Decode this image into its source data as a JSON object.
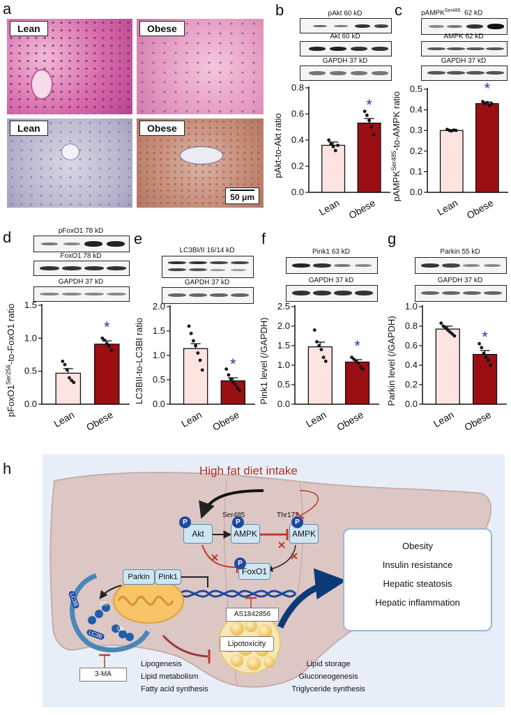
{
  "panel_letters": {
    "a": "a",
    "b": "b",
    "c": "c",
    "d": "d",
    "e": "e",
    "f": "f",
    "g": "g",
    "h": "h"
  },
  "micrographs": {
    "he_lean": "Lean",
    "he_obese": "Obese",
    "oro_lean": "Lean",
    "oro_obese": "Obese",
    "scale_bar": "50 μm"
  },
  "blots": {
    "b": [
      "pAkt  60 kD",
      "Akt  60 kD",
      "GAPDH  37 kD"
    ],
    "c": [
      "pAMPK",
      "Ser485",
      "62 kD",
      "AMPK  62 kD",
      "GAPDH  37 kD"
    ],
    "d": [
      "pFoxO1  78 kD",
      "FoxO1  78 kD",
      "GAPDH  37 kD"
    ],
    "e": [
      "LC3BI/II  16/14 kD",
      "GAPDH  37 kD"
    ],
    "f": [
      "Pink1  63 kD",
      "GAPDH  37 kD"
    ],
    "g": [
      "Parkin  55 kD",
      "GAPDH  37 kD"
    ]
  },
  "significance_marker": "*",
  "colors": {
    "lean_bar": "#fde4e1",
    "obese_bar": "#9b0f12",
    "star": "#1e3aa8",
    "pathway_bg": "#e7eef7",
    "liver": "#dcc7c5",
    "inhibit": "#c0392b"
  },
  "chart_data": [
    {
      "panel": "b",
      "type": "bar",
      "categories": [
        "Lean",
        "Obese"
      ],
      "values": [
        0.36,
        0.53
      ],
      "sem": [
        0.025,
        0.035
      ],
      "points": [
        [
          0.4,
          0.37,
          0.35,
          0.32,
          0.36
        ],
        [
          0.62,
          0.59,
          0.55,
          0.5,
          0.44
        ]
      ],
      "ylabel": "pAkt-to-Akt ratio",
      "ylabel_super": "",
      "ylabel_tail": "",
      "ylim": [
        0,
        0.8
      ],
      "ticks": [
        "0.0",
        "0.2",
        "0.4",
        "0.6",
        "0.8"
      ],
      "significant": [
        false,
        true
      ]
    },
    {
      "panel": "c",
      "type": "bar",
      "categories": [
        "Lean",
        "Obese"
      ],
      "values": [
        0.3,
        0.43
      ],
      "sem": [
        0.004,
        0.008
      ],
      "points": [
        [
          0.305,
          0.3,
          0.298,
          0.302,
          0.3
        ],
        [
          0.44,
          0.43,
          0.435,
          0.42,
          0.43
        ]
      ],
      "ylabel": "pAMPK",
      "ylabel_super": "Ser485",
      "ylabel_tail": "-to-AMPK ratio",
      "ylim": [
        0,
        0.5
      ],
      "ticks": [
        "0.0",
        "0.1",
        "0.2",
        "0.3",
        "0.4",
        "0.5"
      ],
      "significant": [
        false,
        true
      ]
    },
    {
      "panel": "d",
      "type": "bar",
      "categories": [
        "Lean",
        "Obese"
      ],
      "values": [
        0.47,
        0.91
      ],
      "sem": [
        0.07,
        0.05
      ],
      "points": [
        [
          0.65,
          0.6,
          0.52,
          0.4,
          0.36,
          0.33
        ],
        [
          1.0,
          0.97,
          0.92,
          0.88,
          0.82
        ]
      ],
      "ylabel": "pFoxO1",
      "ylabel_super": "Ser256",
      "ylabel_tail": "-to-FoxO1 ratio",
      "ylim": [
        0,
        1.5
      ],
      "ticks": [
        "0.0",
        "0.5",
        "1.0",
        "1.5"
      ],
      "significant": [
        false,
        true
      ]
    },
    {
      "panel": "e",
      "type": "bar",
      "categories": [
        "Lean",
        "Obese"
      ],
      "values": [
        1.14,
        0.48
      ],
      "sem": [
        0.1,
        0.06
      ],
      "points": [
        [
          1.6,
          1.45,
          1.3,
          1.2,
          1.05,
          0.9,
          0.7
        ],
        [
          0.72,
          0.6,
          0.52,
          0.45,
          0.4,
          0.33,
          0.28
        ]
      ],
      "ylabel": "LC3BII-to-LC3BI ratio",
      "ylabel_super": "",
      "ylabel_tail": "",
      "ylim": [
        0,
        2.0
      ],
      "ticks": [
        "0.0",
        "0.5",
        "1.0",
        "1.5",
        "2.0"
      ],
      "significant": [
        false,
        true
      ]
    },
    {
      "panel": "f",
      "type": "bar",
      "categories": [
        "Lean",
        "Obese"
      ],
      "values": [
        1.47,
        1.08
      ],
      "sem": [
        0.12,
        0.06
      ],
      "points": [
        [
          1.9,
          1.6,
          1.5,
          1.4,
          1.2,
          1.1
        ],
        [
          1.2,
          1.15,
          1.1,
          1.05,
          0.95,
          0.9
        ]
      ],
      "ylabel": "Pink1 level (/GAPDH)",
      "ylabel_super": "",
      "ylabel_tail": "",
      "ylim": [
        0,
        2.5
      ],
      "ticks": [
        "0.0",
        "0.5",
        "1.0",
        "1.5",
        "2.0",
        "2.5"
      ],
      "significant": [
        false,
        true
      ]
    },
    {
      "panel": "g",
      "type": "bar",
      "categories": [
        "Lean",
        "Obese"
      ],
      "values": [
        0.77,
        0.51
      ],
      "sem": [
        0.03,
        0.04
      ],
      "points": [
        [
          0.83,
          0.8,
          0.78,
          0.76,
          0.74,
          0.72,
          0.7
        ],
        [
          0.62,
          0.58,
          0.52,
          0.48,
          0.45,
          0.4
        ]
      ],
      "ylabel": "Parkin level (/GAPDH)",
      "ylabel_super": "",
      "ylabel_tail": "",
      "ylim": [
        0,
        1.0
      ],
      "ticks": [
        "0.0",
        "0.2",
        "0.4",
        "0.6",
        "0.8",
        "1.0"
      ],
      "significant": [
        false,
        true
      ]
    }
  ],
  "pathway": {
    "title": "High fat diet intake",
    "phospho": "P",
    "akt": "Akt",
    "ampk1": "AMPK",
    "ampk2": "AMPK",
    "ser485": "Ser485",
    "thr172": "Thr172",
    "foxo1": "FoxO1",
    "parkin": "Parkin",
    "pink1": "Pink1",
    "ub": "Ub",
    "lc3b": "LC3B",
    "inhibitor_as": "AS1842856",
    "inhibitor_3ma": "3-MA",
    "lipotoxicity": "Lipotoxicity",
    "left_list": [
      "Lipogenesis",
      "Lipid metabolism",
      "Fatty acid synthesis"
    ],
    "right_list": [
      "Lipid storage",
      "Gluconeogenesis",
      "Triglyceride synthesis"
    ],
    "outcomes": [
      "Obesity",
      "Insulin resistance",
      "Hepatic steatosis",
      "Hepatic inflammation"
    ]
  }
}
